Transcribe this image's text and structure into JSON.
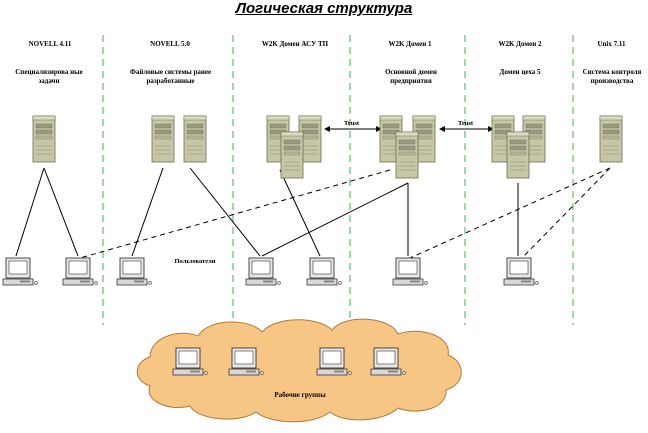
{
  "title": "Логическая структура",
  "columns": [
    {
      "header": "NOVELL 4.11",
      "caption": "Специализирова ные задачи"
    },
    {
      "header": "NOVELL 5.0",
      "caption": "Файловые системы ранее разработанные"
    },
    {
      "header": "W2K Домен АСУ ТП",
      "caption": ""
    },
    {
      "header": "W2K Домен 1",
      "caption": "Основной домен предприятия"
    },
    {
      "header": "W2K Домен 2",
      "caption": "Домен цеха 5"
    },
    {
      "header": "Unix 7.11",
      "caption": "Система контроля производства"
    }
  ],
  "users_label": "Пользователи",
  "trust_labels": [
    "Trust",
    "Trust"
  ],
  "cloud_label": "Рабочие группы",
  "colors": {
    "server_body": "#c7c6a6",
    "server_dark": "#9c9a7e",
    "cloud_fill": "#f8c684",
    "cloud_stroke": "#b07a3a",
    "divider": "#3cb83c"
  }
}
